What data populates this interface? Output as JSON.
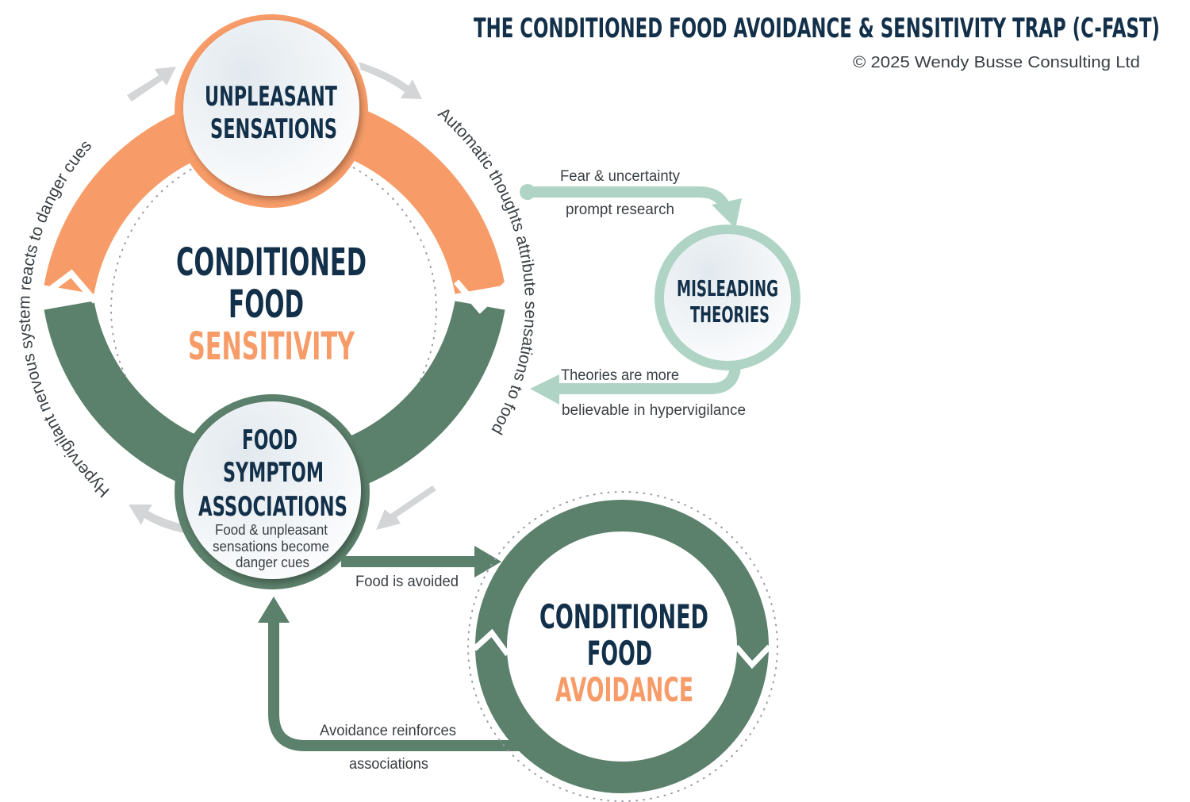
{
  "header": {
    "title": "THE CONDITIONED FOOD AVOIDANCE & SENSITIVITY TRAP (C-FAST)",
    "copyright": "© 2025 Wendy Busse Consulting Ltd"
  },
  "sensitivity_cycle": {
    "line1": "CONDITIONED",
    "line2": "FOOD",
    "line3": "SENSITIVITY",
    "left_arc_label": "Hypervigilant nervous system reacts to danger cues",
    "right_arc_label": "Automatic thoughts attribute sensations to food"
  },
  "nodes": {
    "unpleasant": {
      "line1": "UNPLEASANT",
      "line2": "SENSATIONS"
    },
    "associations": {
      "line1": "FOOD",
      "line2": "SYMPTOM",
      "line3": "ASSOCIATIONS",
      "sub1": "Food & unpleasant",
      "sub2": "sensations become",
      "sub3": "danger cues"
    },
    "misleading": {
      "line1": "MISLEADING",
      "line2": "THEORIES"
    }
  },
  "avoidance_cycle": {
    "line1": "CONDITIONED",
    "line2": "FOOD",
    "line3": "AVOIDANCE"
  },
  "arrows": {
    "research_1": "Fear & uncertainty",
    "research_2": "prompt research",
    "theories_1": "Theories are more",
    "theories_2": "believable in hypervigilance",
    "avoided": "Food is avoided",
    "reinforce_1": "Avoidance reinforces",
    "reinforce_2": "associations"
  },
  "colors": {
    "navy": "#13304a",
    "orange": "#f79c68",
    "green": "#5b806b",
    "teal": "#afd4c5",
    "gray": "#d4d5d7"
  }
}
